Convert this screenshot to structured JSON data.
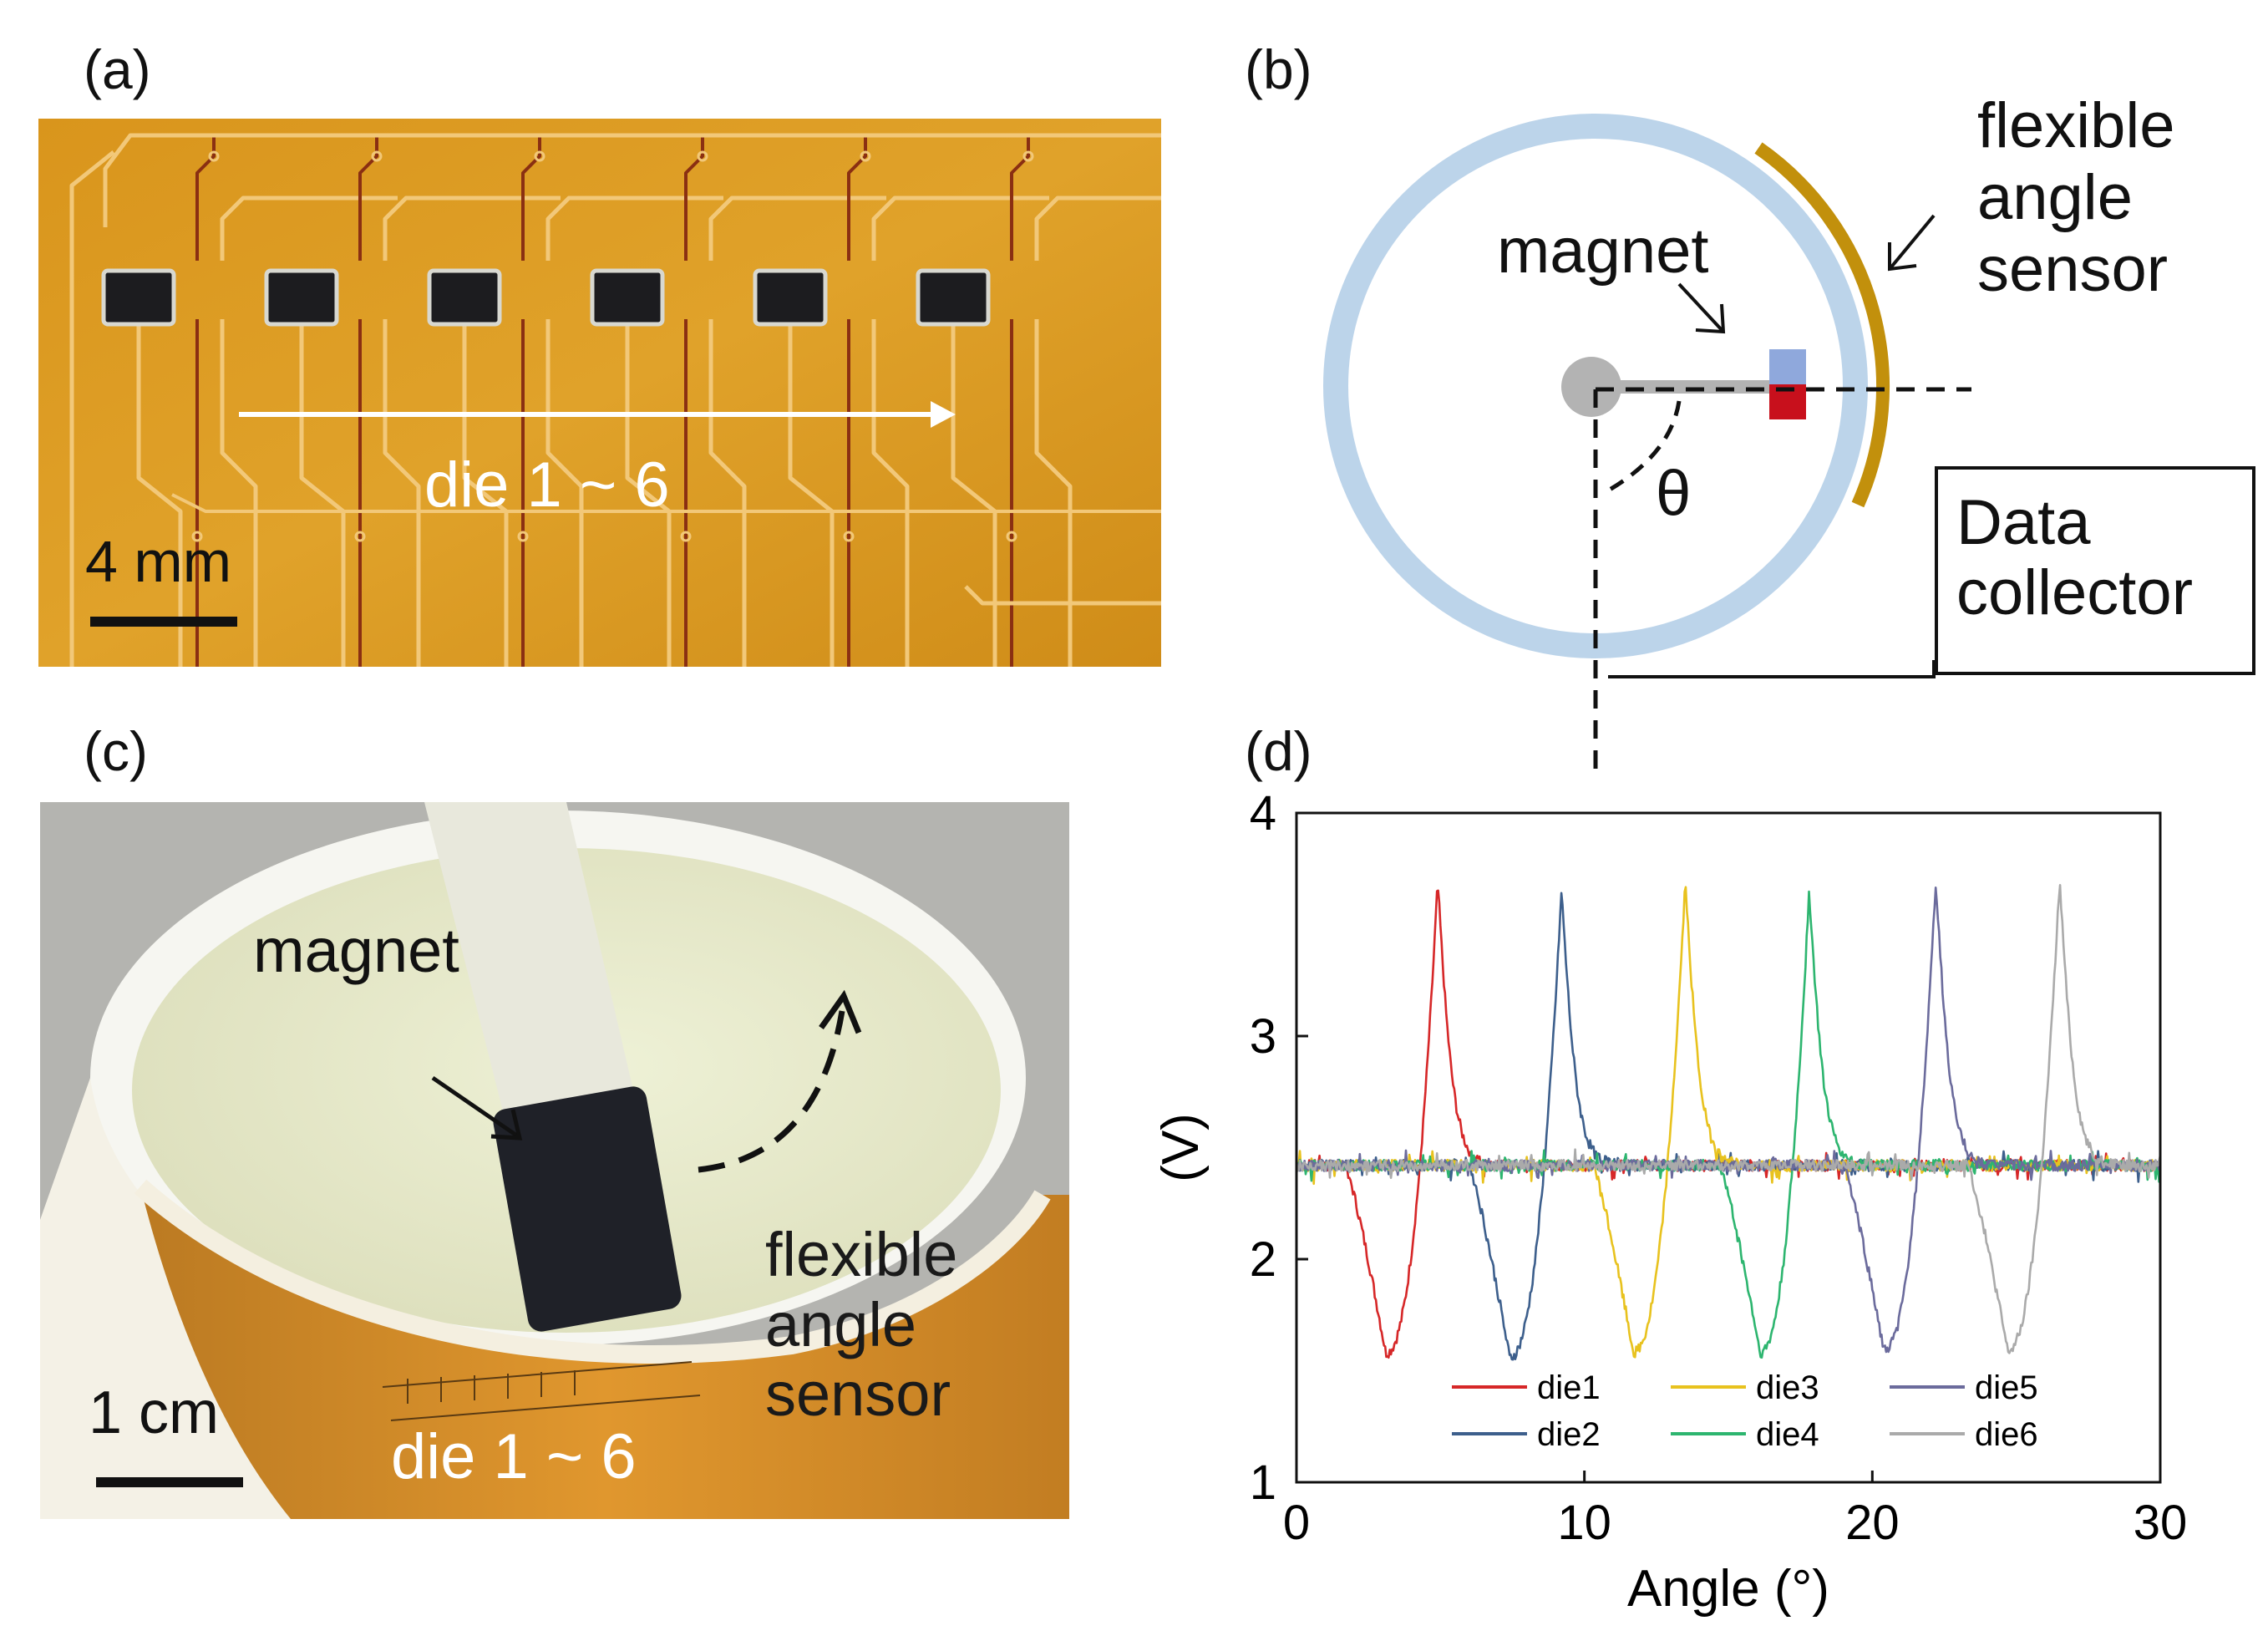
{
  "panels": {
    "a": {
      "label": "(a)",
      "arrow_text": "die 1 ~ 6",
      "scale_text": "4 mm"
    },
    "b": {
      "label": "(b)",
      "sensor_text": [
        "flexible",
        "angle",
        "sensor"
      ],
      "magnet_text": "magnet",
      "angle_symbol": "θ",
      "collector_text": [
        "Data",
        "collector"
      ],
      "colors": {
        "ring": "#bcd4ea",
        "sensor_arc": "#c2900c",
        "magnet_top": "#8fa8dc",
        "magnet_bottom": "#c8101c",
        "arm": "#b3b3b3"
      }
    },
    "c": {
      "label": "(c)",
      "magnet_text": "magnet",
      "sensor_text": [
        "flexible",
        "angle",
        "sensor"
      ],
      "die_text": "die 1 ~ 6",
      "scale_text": "1 cm"
    },
    "d": {
      "label": "(d)"
    }
  },
  "chart_data": {
    "type": "line",
    "xlabel": "Angle (°)",
    "ylabel": "(V)",
    "xlim": [
      0,
      30
    ],
    "ylim": [
      1,
      4
    ],
    "xticks": [
      0,
      10,
      20,
      30
    ],
    "yticks": [
      1,
      2,
      3,
      4
    ],
    "baseline": 2.42,
    "legend_position": "bottom-center",
    "series": [
      {
        "name": "die1",
        "color": "#d62728",
        "peak_x": 4.9,
        "peak_v": 3.68,
        "valley_x": 3.1,
        "valley_v": 1.58
      },
      {
        "name": "die2",
        "color": "#3d5f8c",
        "peak_x": 9.2,
        "peak_v": 3.64,
        "valley_x": 7.4,
        "valley_v": 1.56
      },
      {
        "name": "die3",
        "color": "#e8c21e",
        "peak_x": 13.5,
        "peak_v": 3.68,
        "valley_x": 11.7,
        "valley_v": 1.58
      },
      {
        "name": "die4",
        "color": "#2db56f",
        "peak_x": 17.8,
        "peak_v": 3.64,
        "valley_x": 16.1,
        "valley_v": 1.58
      },
      {
        "name": "die5",
        "color": "#6b6b9c",
        "peak_x": 22.2,
        "peak_v": 3.68,
        "valley_x": 20.4,
        "valley_v": 1.59
      },
      {
        "name": "die6",
        "color": "#aaaaaa",
        "peak_x": 26.5,
        "peak_v": 3.69,
        "valley_x": 24.7,
        "valley_v": 1.59
      }
    ]
  }
}
